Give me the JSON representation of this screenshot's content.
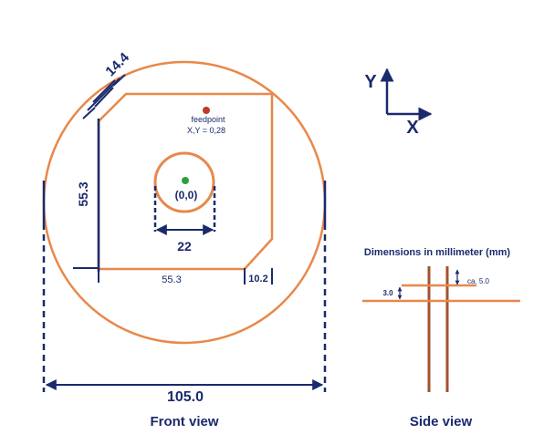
{
  "colors": {
    "copper": "#e8884a",
    "dim": "#1a2a6c",
    "feedpoint": "#c0392b",
    "origin": "#2e9e3a",
    "side_copper": "#a0522d"
  },
  "front": {
    "dim_chamfer": "14.4",
    "dim_height": "55.3",
    "dim_width": "55.3",
    "dim_notch": "10.2",
    "dim_ring": "22",
    "dim_outer": "105.0",
    "origin_label": "(0,0)",
    "feedpoint_label": "feedpoint",
    "feedpoint_coords": "X,Y = 0,28",
    "caption": "Front view"
  },
  "axes": {
    "y_label": "Y",
    "x_label": "X"
  },
  "side": {
    "title": "Dimensions in millimeter (mm)",
    "dim_gap": "ca. 5.0",
    "dim_offset": "3.0",
    "caption": "Side view"
  }
}
